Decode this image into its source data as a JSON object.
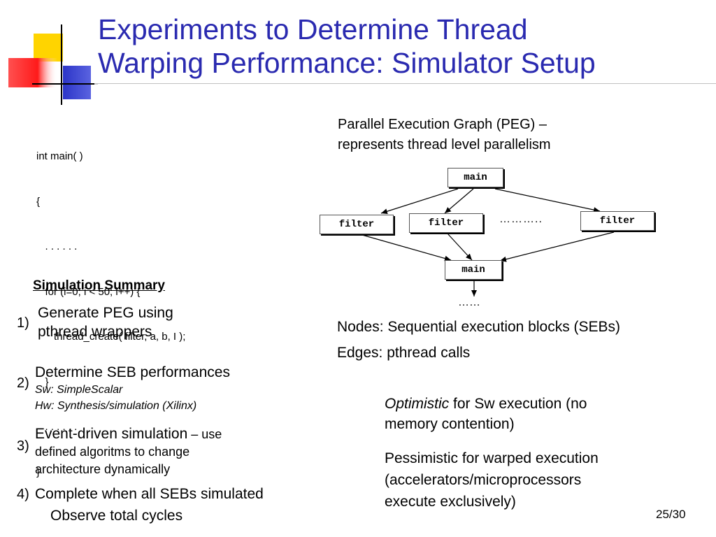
{
  "title": {
    "line1": "Experiments to Determine Thread",
    "line2": "Warping Performance: Simulator Setup"
  },
  "code": {
    "lines": [
      "int main( )",
      "{",
      "   . . . . . .",
      "   for (i=0; i < 50; i++) {",
      "      thread_create( filter, a, b, I );",
      "   }",
      "   . . . . . .",
      "}"
    ]
  },
  "summary": {
    "heading": "Simulation Summary",
    "steps": [
      {
        "num": "1)",
        "line1": "Generate PEG using",
        "line2": "pthread wrappers"
      },
      {
        "num": "2)",
        "line1": "Determine SEB performances",
        "sub1": "Sw: SimpleScalar",
        "sub2": "Hw: Synthesis/simulation (Xilinx)"
      },
      {
        "num": "3)",
        "line1a": "Event-driven simulation",
        "line1b": " – use",
        "line2": "defined algoritms to change",
        "line3": "architecture dynamically"
      },
      {
        "num": "4)",
        "line1": "Complete when all SEBs simulated",
        "line2": "Observe total cycles"
      }
    ]
  },
  "peg": {
    "caption_line1": "Parallel Execution Graph (PEG) –",
    "caption_line2": "represents thread level parallelism",
    "node_main_top": "main",
    "node_filter_1": "filter",
    "node_filter_2": "filter",
    "node_filter_3": "filter",
    "node_main_bottom": "main",
    "dots_middle": "………..",
    "dots_bottom": "……"
  },
  "notes": {
    "nodes": "Nodes: Sequential execution blocks (SEBs)",
    "edges": "Edges: pthread calls",
    "optimistic_em": "Optimistic",
    "optimistic_rest": " for Sw execution (no",
    "optimistic_line2": "memory contention)",
    "pessimistic_line1": "Pessimistic for warped execution",
    "pessimistic_line2": "(accelerators/microprocessors",
    "pessimistic_line3": "execute exclusively)"
  },
  "page_number": "25/30",
  "colors": {
    "title": "#2a2ab0",
    "logo_yellow": "#ffd400",
    "logo_blue": "#2c35c8",
    "logo_red": "#ff2020"
  }
}
